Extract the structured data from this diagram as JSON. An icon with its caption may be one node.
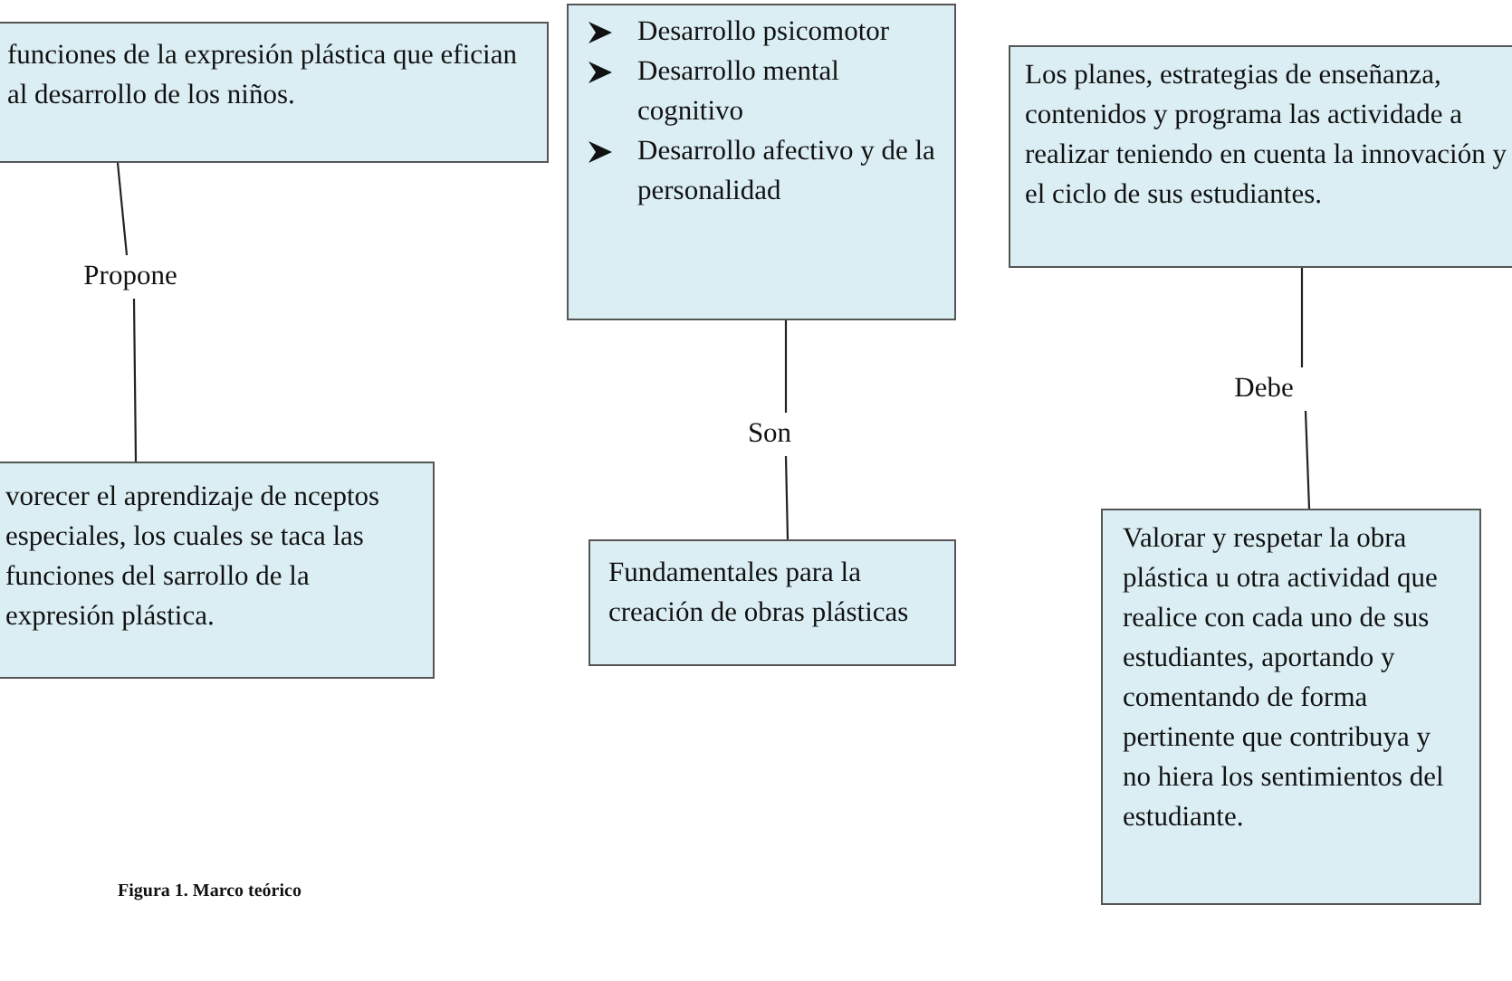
{
  "diagram": {
    "nodes": [
      {
        "text": [
          "funciones de la expresión plástica que efician al desarrollo de los niños."
        ]
      },
      {
        "text": [
          "Propone"
        ]
      },
      {
        "text": [
          "vorecer el aprendizaje de nceptos especiales, los cuales se taca las funciones del sarrollo de la expresión plástica."
        ]
      },
      {
        "text": [
          "Desarrollo psicomotor",
          "Desarrollo mental cognitivo",
          "Desarrollo afectivo y de la personalidad"
        ]
      },
      {
        "text": [
          "Son"
        ]
      },
      {
        "text": [
          "Fundamentales para la creación de obras plásticas"
        ]
      },
      {
        "text": [
          "Los planes, estrategias de enseñanza, contenidos y programa las actividade a realizar teniendo en cuenta la innovación y el ciclo de sus estudiantes."
        ]
      },
      {
        "text": [
          "Debe"
        ]
      },
      {
        "text": [
          "Valorar y respetar la obra plástica u otra actividad que realice con cada uno de sus estudiantes, aportando y comentando de forma pertinente que contribuya y no hiera los sentimientos del estudiante."
        ]
      }
    ],
    "edges": [
      {
        "from": 0,
        "to": 1,
        "arrow": "none"
      },
      {
        "from": 1,
        "to": 2,
        "arrow": "none"
      },
      {
        "from": 3,
        "to": 4,
        "arrow": "none"
      },
      {
        "from": 4,
        "to": 5,
        "arrow": "none"
      },
      {
        "from": 6,
        "to": 7,
        "arrow": "none"
      },
      {
        "from": 7,
        "to": 8,
        "arrow": "none"
      }
    ],
    "labels": [
      "Figura 1. Marco teórico"
    ]
  }
}
